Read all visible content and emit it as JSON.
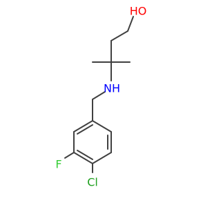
{
  "molecule": {
    "atoms": {
      "oh": {
        "label": "HO",
        "color": "#ff0000"
      },
      "nh": {
        "label": "NH",
        "color": "#0000ff"
      },
      "f": {
        "label": "F",
        "color": "#33cc33"
      },
      "cl": {
        "label": "Cl",
        "color": "#1fa01f"
      }
    },
    "bond_color": "#404040"
  }
}
